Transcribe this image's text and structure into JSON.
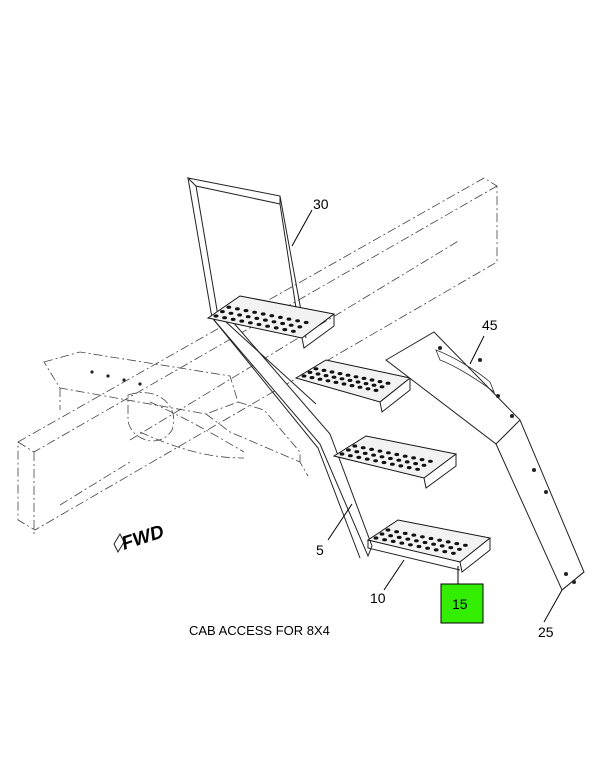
{
  "diagram": {
    "caption": "CAB ACCESS FOR 8X4",
    "direction_label": "FWD",
    "callouts": {
      "c30": "30",
      "c45": "45",
      "c5": "5",
      "c10": "10",
      "c15": "15",
      "c25": "25"
    },
    "highlighted_callout": "15",
    "highlight_color": "#33ee00"
  }
}
